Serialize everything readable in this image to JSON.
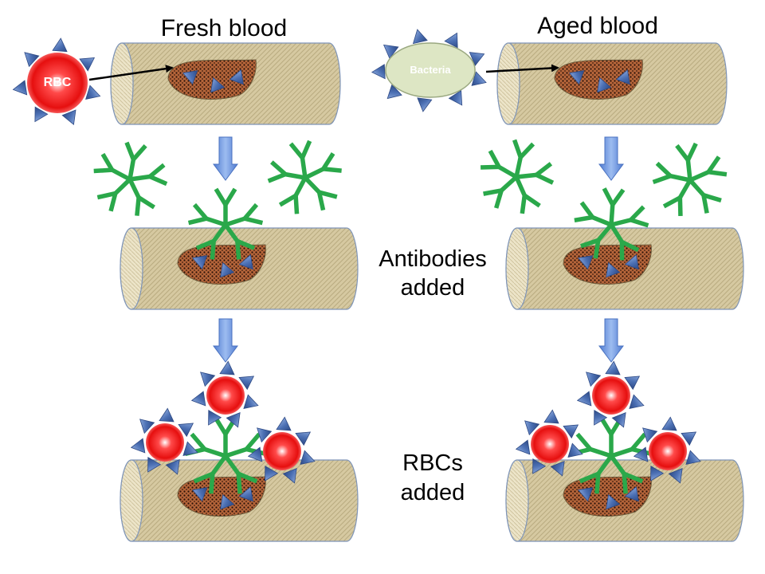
{
  "titles": {
    "fresh": "Fresh blood",
    "aged": "Aged blood"
  },
  "labels": {
    "rbc": "RBC",
    "bacteria": "Bacteria",
    "antibodies_line1": "Antibodies",
    "antibodies_line2": "added",
    "rbcs_line1": "RBCs",
    "rbcs_line2": "added"
  },
  "colors": {
    "cylinder_fill": "#d6c9a1",
    "cylinder_stroke": "#7f95b8",
    "patch_fill": "#b5653a",
    "patch_dot": "#2a1208",
    "antigen_fill": "#4f74b8",
    "antibody": "#2aa84a",
    "rbc_fill": "#ee1111",
    "bacteria_fill": "#dde6c4",
    "arrow_fill": "#6690dd"
  },
  "icons": {
    "antigen": "triangle-antigen-icon",
    "antibody": "y-antibody-icon",
    "rbc": "red-blood-cell-icon",
    "arrow": "down-arrow-icon"
  }
}
